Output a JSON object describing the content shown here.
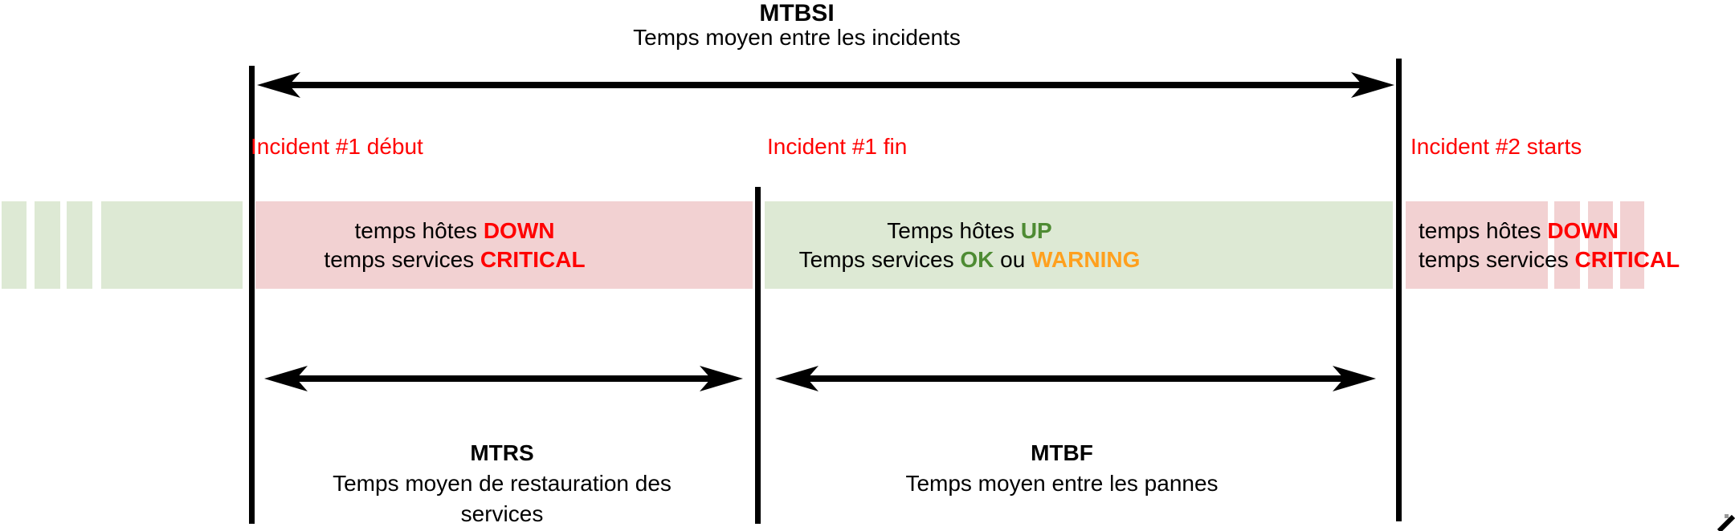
{
  "diagram": {
    "title": "MTBSI",
    "subtitle": "Temps moyen entre les incidents",
    "markers": {
      "incident1_start": "Incident #1 début",
      "incident1_end": "Incident #1 fin",
      "incident2_start": "Incident #2 starts"
    },
    "band_incident1": {
      "line1_prefix": "temps hôtes ",
      "line1_status": "DOWN",
      "line2_prefix": "temps services ",
      "line2_status": "CRITICAL"
    },
    "band_up": {
      "line1_prefix": "Temps hôtes ",
      "line1_status": "UP",
      "line2_prefix": "Temps services ",
      "line2_status_ok": "OK",
      "line2_conjunction": " ou ",
      "line2_status_warning": "WARNING"
    },
    "band_incident2": {
      "line1_prefix": "temps hôtes ",
      "line1_status": "DOWN",
      "line2_prefix": "temps services ",
      "line2_status": "CRITICAL"
    },
    "measures": {
      "mtrs_abbr": "MTRS",
      "mtrs_desc": "Temps moyen de restauration des services",
      "mtbf_abbr": "MTBF",
      "mtbf_desc": "Temps moyen entre les pannes"
    },
    "colors": {
      "incident_label_red": "#ff0000",
      "status_down_red": "#ff0000",
      "status_up_green": "#4e8b33",
      "status_warning_orange": "#ffa01e",
      "band_pink": "#f2d1d2",
      "band_green": "#dde9d4",
      "line_black": "#000000"
    }
  }
}
